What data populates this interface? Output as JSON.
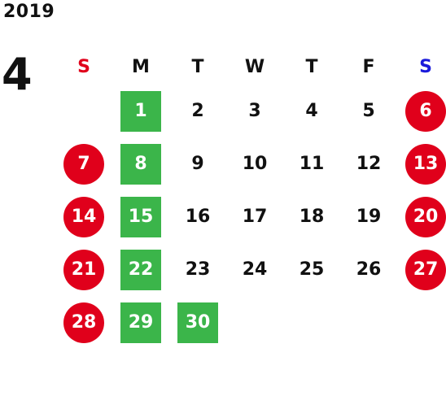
{
  "calendar": {
    "year": "2019",
    "month": "4",
    "weekdays": [
      "S",
      "M",
      "T",
      "W",
      "T",
      "F",
      "S"
    ],
    "colors": {
      "sunday_red": "#e0001b",
      "saturday_blue": "#1a1adb",
      "holiday_circle": "#e0001b",
      "green_highlight": "#3bb54a"
    },
    "weeks": [
      [
        {
          "day": ""
        },
        {
          "day": "1",
          "style": "green"
        },
        {
          "day": "2"
        },
        {
          "day": "3"
        },
        {
          "day": "4"
        },
        {
          "day": "5"
        },
        {
          "day": "6",
          "style": "holiday"
        }
      ],
      [
        {
          "day": "7",
          "style": "holiday"
        },
        {
          "day": "8",
          "style": "green"
        },
        {
          "day": "9"
        },
        {
          "day": "10"
        },
        {
          "day": "11"
        },
        {
          "day": "12"
        },
        {
          "day": "13",
          "style": "holiday"
        }
      ],
      [
        {
          "day": "14",
          "style": "holiday"
        },
        {
          "day": "15",
          "style": "green"
        },
        {
          "day": "16"
        },
        {
          "day": "17"
        },
        {
          "day": "18"
        },
        {
          "day": "19"
        },
        {
          "day": "20",
          "style": "holiday"
        }
      ],
      [
        {
          "day": "21",
          "style": "holiday"
        },
        {
          "day": "22",
          "style": "green"
        },
        {
          "day": "23"
        },
        {
          "day": "24"
        },
        {
          "day": "25"
        },
        {
          "day": "26"
        },
        {
          "day": "27",
          "style": "holiday"
        }
      ],
      [
        {
          "day": "28",
          "style": "holiday"
        },
        {
          "day": "29",
          "style": "green"
        },
        {
          "day": "30",
          "style": "green"
        },
        {
          "day": ""
        },
        {
          "day": ""
        },
        {
          "day": ""
        },
        {
          "day": ""
        }
      ]
    ]
  }
}
